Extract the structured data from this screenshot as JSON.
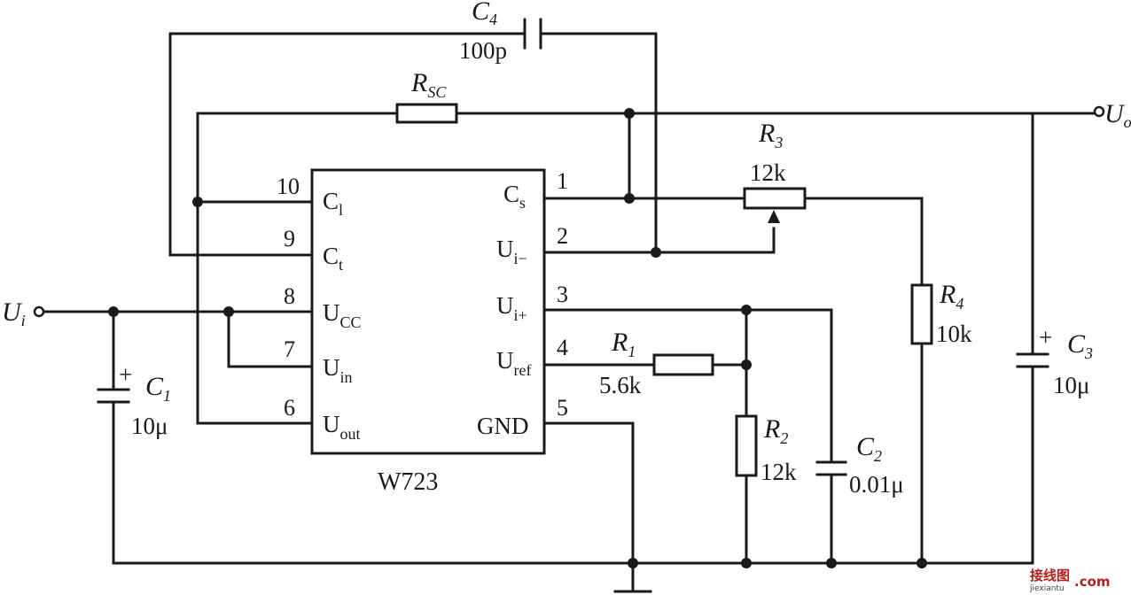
{
  "ic": {
    "name": "W723",
    "pins": [
      {
        "num": "10",
        "main": "C",
        "sub": "l"
      },
      {
        "num": "9",
        "main": "C",
        "sub": "t"
      },
      {
        "num": "8",
        "main": "U",
        "sub": "CC"
      },
      {
        "num": "7",
        "main": "U",
        "sub": "in"
      },
      {
        "num": "6",
        "main": "U",
        "sub": "out"
      },
      {
        "num": "1",
        "main": "C",
        "sub": "s"
      },
      {
        "num": "2",
        "main": "U",
        "sub": "i−"
      },
      {
        "num": "3",
        "main": "U",
        "sub": "i+"
      },
      {
        "num": "4",
        "main": "U",
        "sub": "ref"
      },
      {
        "num": "5",
        "main": "GND",
        "sub": ""
      }
    ]
  },
  "components": {
    "C4": {
      "main": "C",
      "sub": "4",
      "value": "100p"
    },
    "RSC": {
      "main": "R",
      "sub": "SC"
    },
    "R3": {
      "main": "R",
      "sub": "3",
      "value": "12k"
    },
    "R4": {
      "main": "R",
      "sub": "4",
      "value": "10k"
    },
    "C3": {
      "main": "C",
      "sub": "3",
      "value": "10μ",
      "polarity": "+"
    },
    "R1": {
      "main": "R",
      "sub": "1",
      "value": "5.6k"
    },
    "R2": {
      "main": "R",
      "sub": "2",
      "value": "12k"
    },
    "C2": {
      "main": "C",
      "sub": "2",
      "value": "0.01μ"
    },
    "C1": {
      "main": "C",
      "sub": "1",
      "value": "10μ",
      "polarity": "+"
    }
  },
  "terminals": {
    "input": {
      "main": "U",
      "sub": "i"
    },
    "output": {
      "main": "U",
      "sub": "o"
    }
  },
  "watermark": {
    "cn": "接线图",
    "dot": ".com",
    "en": "jiexiantu"
  }
}
